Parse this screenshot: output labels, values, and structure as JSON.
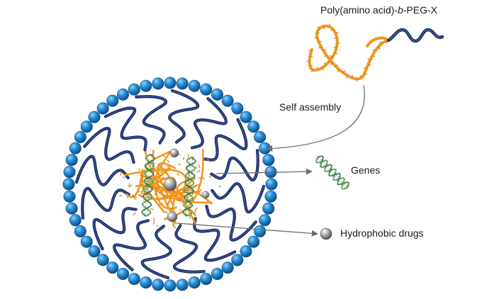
{
  "labels": {
    "polymer_prefix": "Poly(amino acid)-",
    "polymer_block": "b",
    "polymer_suffix": "-PEG-X",
    "self_assembly": "Self assembly",
    "genes": "Genes",
    "hydrophobic_drugs": "Hydrophobic drugs"
  },
  "micelle": {
    "shell_bead_count": 52,
    "peg_chain_count": 16,
    "gene_helix_count": 2,
    "drug_sphere_count": 4
  },
  "colors": {
    "shell_bead": "#1f7fc4",
    "peg_chain": "#1d2f6b",
    "core_polymer": "#f0961e",
    "gene_helix": "#5d9a64",
    "drug_sphere": "#9a9a9a",
    "arrow": "#6d6d6d",
    "text": "#1a1a1a"
  }
}
